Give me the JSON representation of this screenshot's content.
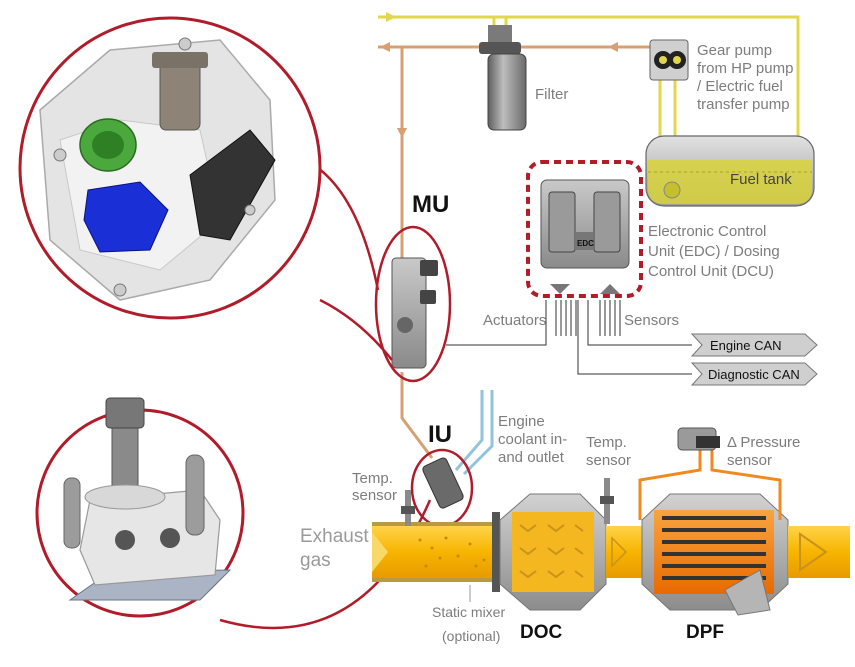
{
  "labels": {
    "gear_pump": [
      "Gear pump",
      "from HP pump",
      "/ Electric fuel",
      "transfer pump"
    ],
    "filter": "Filter",
    "fuel_tank": "Fuel tank",
    "mu": "MU",
    "iu": "IU",
    "ecu": [
      "Electronic Control",
      "Unit (EDC) / Dosing",
      "Control Unit (DCU)"
    ],
    "edc_chip": "EDC",
    "actuators": "Actuators",
    "sensors": "Sensors",
    "engine_can": "Engine CAN",
    "diagnostic_can": "Diagnostic CAN",
    "engine_coolant": [
      "Engine",
      "coolant in-",
      "and outlet"
    ],
    "temp_sensor_top": [
      "Temp.",
      "sensor"
    ],
    "temp_sensor_left": [
      "Temp.",
      "sensor"
    ],
    "pressure_sensor": [
      "Δ Pressure",
      "sensor"
    ],
    "exhaust_gas": [
      "Exhaust",
      "gas"
    ],
    "static_mixer": [
      "Static mixer",
      "(optional)"
    ],
    "doc": "DOC",
    "dpf": "DPF"
  },
  "colors": {
    "fuel_line": "#e0d84a",
    "return_line": "#d8a070",
    "exhaust_yellow": "#f5c220",
    "dpf_orange": "#f07a10",
    "callout_red": "#b01c2a",
    "coolant_blue": "#8fc4dc",
    "can_box": "#cfcfcf"
  }
}
